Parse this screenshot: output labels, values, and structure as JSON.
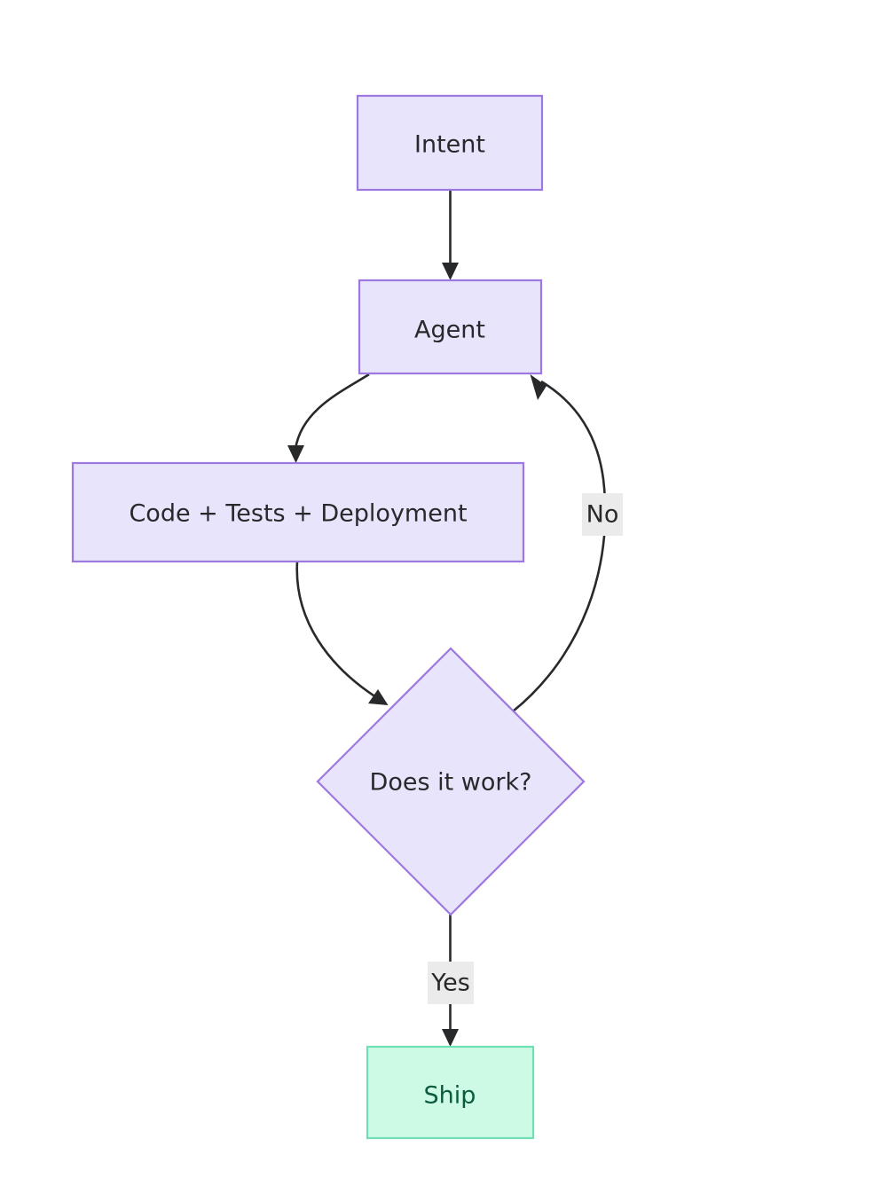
{
  "diagram": {
    "type": "flowchart",
    "direction": "top-to-bottom",
    "title": "",
    "background_color": "#ffffff",
    "palette": {
      "node_fill": "#e8e4fb",
      "node_stroke": "#9d78e0",
      "node_text": "#27292b",
      "accent_node_fill": "#cdfae4",
      "accent_node_stroke": "#6fe0b4",
      "accent_node_text": "#0a5c41",
      "edge_stroke": "#27292b",
      "edge_label_bg": "#ebebeb"
    },
    "nodes": [
      {
        "id": "intent",
        "label": "Intent",
        "shape": "rectangle",
        "style": "default"
      },
      {
        "id": "agent",
        "label": "Agent",
        "shape": "rectangle",
        "style": "default"
      },
      {
        "id": "work",
        "label": "Code + Tests + Deployment",
        "shape": "rectangle",
        "style": "default"
      },
      {
        "id": "decision",
        "label": "Does it work?",
        "shape": "diamond",
        "style": "default"
      },
      {
        "id": "ship",
        "label": "Ship",
        "shape": "rectangle",
        "style": "accent-green"
      }
    ],
    "edges": [
      {
        "id": "e1",
        "from": "intent",
        "to": "agent",
        "label": "",
        "arrow": "end"
      },
      {
        "id": "e2",
        "from": "agent",
        "to": "work",
        "label": "",
        "arrow": "end"
      },
      {
        "id": "e3",
        "from": "work",
        "to": "decision",
        "label": "",
        "arrow": "end"
      },
      {
        "id": "e4",
        "from": "decision",
        "to": "agent",
        "label": "No",
        "arrow": "end"
      },
      {
        "id": "e5",
        "from": "decision",
        "to": "ship",
        "label": "Yes",
        "arrow": "end"
      }
    ],
    "edge_labels": [
      {
        "id": "label-no",
        "text": "No"
      },
      {
        "id": "label-yes",
        "text": "Yes"
      }
    ]
  }
}
